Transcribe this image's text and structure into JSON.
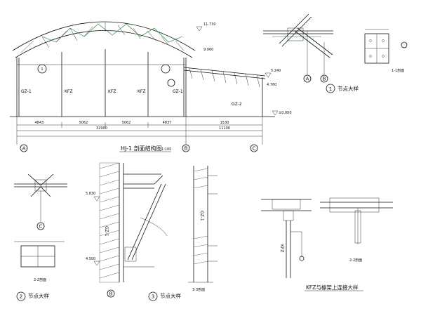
{
  "views": {
    "main": {
      "title": "HJ-1 剖面结构图",
      "scale": "1:100",
      "columns": [
        "GZ-1",
        "KFZ",
        "KFZ",
        "KFZ",
        "GZ-1"
      ],
      "column2": "GZ-2",
      "axis_bubbles": [
        "A",
        "B",
        "C"
      ],
      "bottom_dims": [
        "4843",
        "5062",
        "5062",
        "4837",
        "1530"
      ],
      "overall_dims": [
        "32900",
        "11100"
      ],
      "elevations": [
        "11.730",
        "9.060",
        "5.240",
        "±0.000",
        "4.760"
      ],
      "detail_mark": "1"
    },
    "node_detail_1": {
      "number": "1",
      "title": "节点大样",
      "bubbles": [
        "A",
        "B"
      ]
    },
    "section_1_1": {
      "title": "1-1剖面"
    },
    "node_detail_2": {
      "number": "2",
      "title": "节点大样",
      "bubble": "C",
      "section": "2-2剖面"
    },
    "node_detail_3": {
      "number": "3",
      "title": "节点大样",
      "bubble": "B",
      "elev_top": "5.830",
      "elev_mid": "4.500",
      "column": "GZ-1"
    },
    "section_3_3": {
      "title": "3-3剖面",
      "column": "GZ-1"
    },
    "kfz_detail": {
      "title": "KFZ与檩架上连接大样",
      "column": "KFZ",
      "section": "2-2剖面"
    }
  }
}
